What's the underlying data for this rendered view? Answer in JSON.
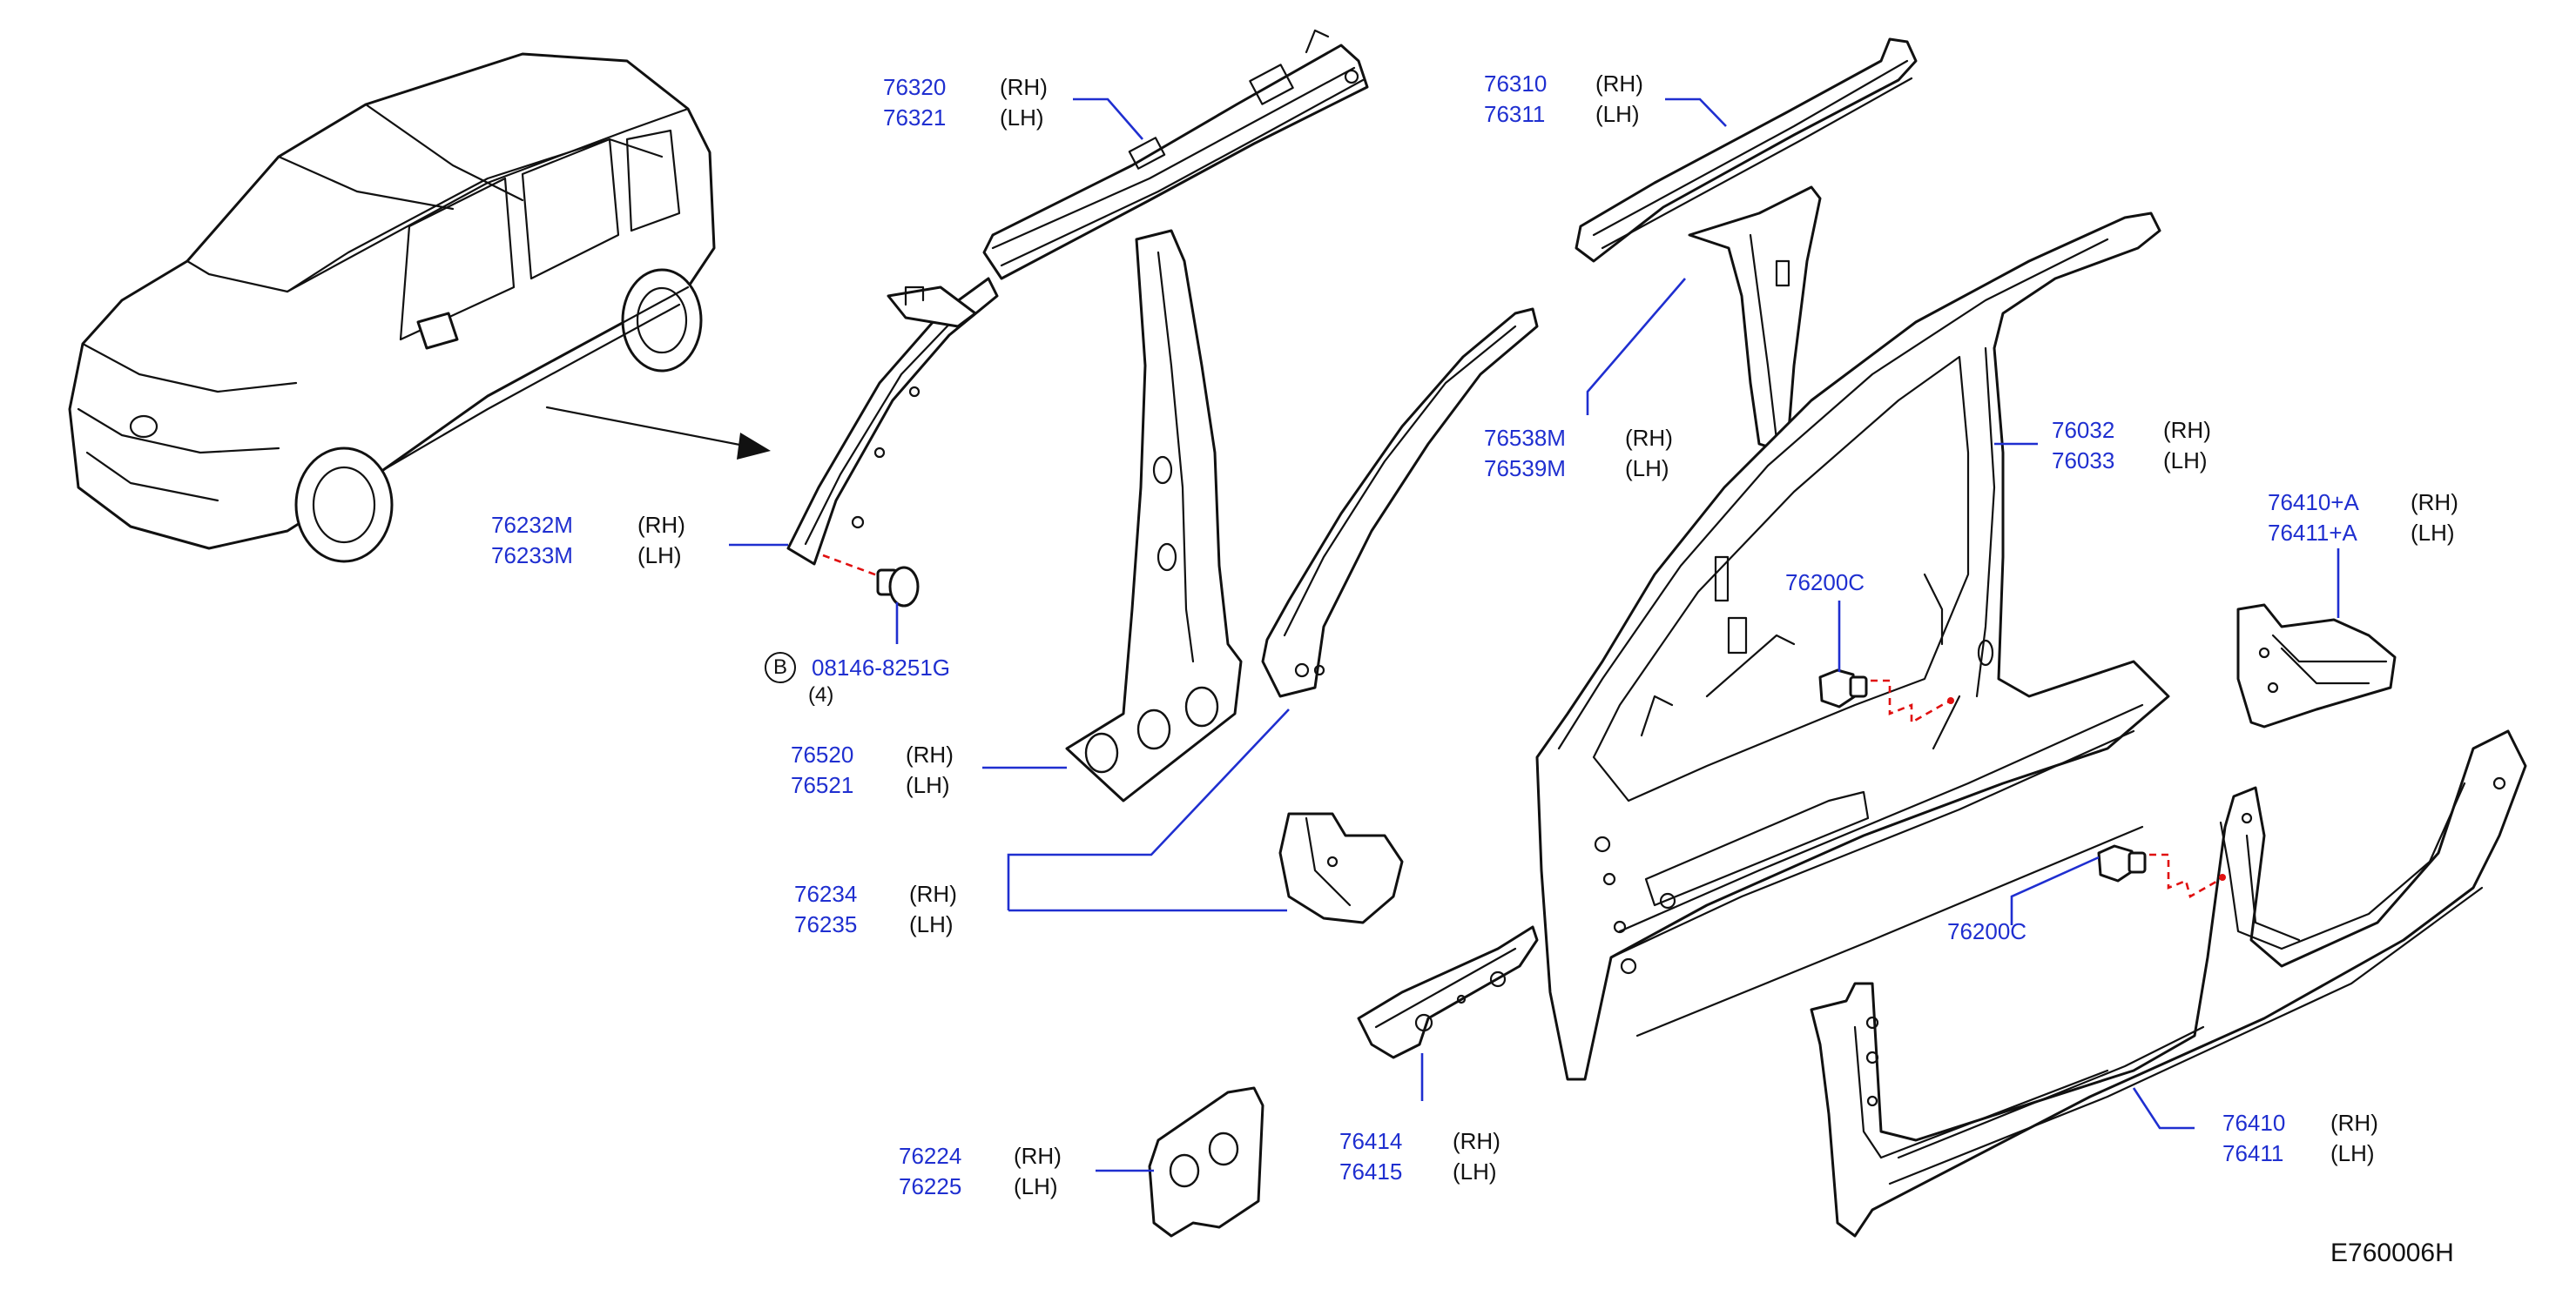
{
  "colors": {
    "part_number": "#1f2fd0",
    "text": "#111111",
    "leader": "#1f2fd0",
    "fastener_path": "#e01010"
  },
  "callouts": {
    "c76320": {
      "part": "76320",
      "rh": "(RH)",
      "part2": "76321",
      "lh": "(LH)"
    },
    "c76310": {
      "part": "76310",
      "rh": "(RH)",
      "part2": "76311",
      "lh": "(LH)"
    },
    "c76232": {
      "part": "76232M",
      "rh": "(RH)",
      "part2": "76233M",
      "lh": "(LH)"
    },
    "bolt": {
      "circle": "B",
      "part": "08146-8251G",
      "qty": "(4)"
    },
    "c76538": {
      "part": "76538M",
      "rh": "(RH)",
      "part2": "76539M",
      "lh": "(LH)"
    },
    "c76032": {
      "part": "76032",
      "rh": "(RH)",
      "part2": "76033",
      "lh": "(LH)"
    },
    "c76410a": {
      "part": "76410+A",
      "rh": "(RH)",
      "part2": "76411+A",
      "lh": "(LH)"
    },
    "c76200_upper": {
      "part": "76200C"
    },
    "c76200_lower": {
      "part": "76200C"
    },
    "c76520": {
      "part": "76520",
      "rh": "(RH)",
      "part2": "76521",
      "lh": "(LH)"
    },
    "c76234": {
      "part": "76234",
      "rh": "(RH)",
      "part2": "76235",
      "lh": "(LH)"
    },
    "c76414": {
      "part": "76414",
      "rh": "(RH)",
      "part2": "76415",
      "lh": "(LH)"
    },
    "c76224": {
      "part": "76224",
      "rh": "(RH)",
      "part2": "76225",
      "lh": "(LH)"
    },
    "c76410": {
      "part": "76410",
      "rh": "(RH)",
      "part2": "76411",
      "lh": "(LH)"
    }
  },
  "diagram_code": "E760006H"
}
